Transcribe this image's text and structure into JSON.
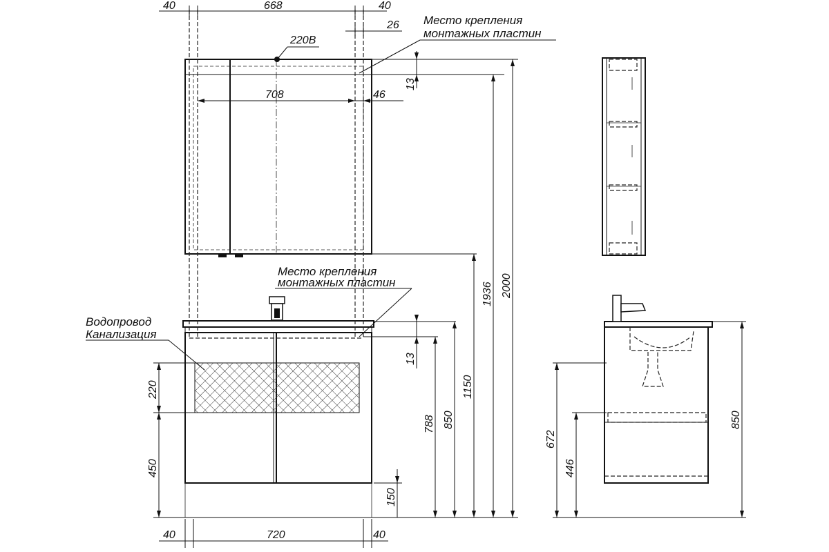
{
  "labels": {
    "power": "220В",
    "mounting_top_line1": "Место крепления",
    "mounting_top_line2": "монтажных пластин",
    "mounting_mid_line1": "Место крепления",
    "mounting_mid_line2": "монтажных пластин",
    "plumbing_line1": "Водопровод",
    "plumbing_line2": "Канализация"
  },
  "dimensions": {
    "top_left_margin": "40",
    "top_width": "668",
    "top_right_margin": "40",
    "plate_offset": "26",
    "plate_gap_top": "13",
    "inner_width": "708",
    "inner_right": "46",
    "plate_gap_mid": "13",
    "pipe_zone_height": "220",
    "pipe_zone_bottom": "450",
    "plinth": "150",
    "plates_height": "788",
    "vanity_height": "850",
    "mirror_bottom": "1150",
    "plates_top": "1936",
    "total_height": "2000",
    "bottom_left_margin": "40",
    "bottom_width": "720",
    "bottom_right_margin": "40",
    "side_pipe_top": "672",
    "side_pipe_bottom": "446",
    "side_height": "850"
  }
}
